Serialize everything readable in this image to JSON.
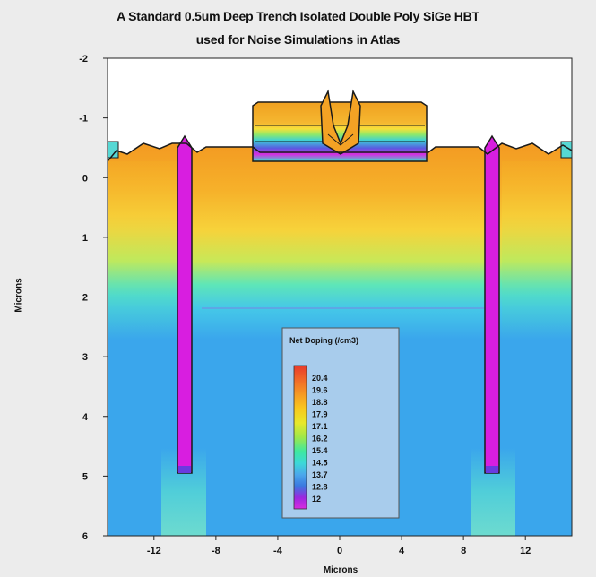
{
  "chart_data": {
    "type": "heatmap",
    "title": "A Standard 0.5um Deep Trench Isolated Double Poly SiGe HBT",
    "subtitle": "used for Noise Simulations in Atlas",
    "xlabel": "Microns",
    "ylabel": "Microns",
    "xlim": [
      -15,
      15
    ],
    "ylim": [
      6,
      -2
    ],
    "x_ticks": [
      -12,
      -8,
      -4,
      0,
      4,
      8,
      12
    ],
    "x_tick_labels": [
      "-12",
      "-8",
      "-4",
      "0",
      "4",
      "8",
      "12"
    ],
    "y_ticks": [
      -2,
      -1,
      0,
      1,
      2,
      3,
      4,
      5,
      6
    ],
    "y_tick_labels": [
      "-2",
      "-1",
      "0",
      "1",
      "2",
      "3",
      "4",
      "5",
      "6"
    ],
    "legend": {
      "title": "Net Doping (/cm3)",
      "placement": "center-bottom",
      "values": [
        "20.4",
        "19.6",
        "18.8",
        "17.9",
        "17.1",
        "16.2",
        "15.4",
        "14.5",
        "13.7",
        "12.8",
        "12"
      ],
      "colors": [
        "#e83a2a",
        "#f06a28",
        "#f59a24",
        "#f8c81e",
        "#e8e82a",
        "#9ee84a",
        "#3ee8a0",
        "#3cd8d8",
        "#4aa8ec",
        "#3a78e0",
        "#5838e0",
        "#9a28e0",
        "#d82ce0"
      ]
    },
    "colors": {
      "background": "#3aa6ec",
      "air": "#ffffff",
      "trench": "#d81ee0",
      "outline": "#1a1a1a"
    }
  }
}
